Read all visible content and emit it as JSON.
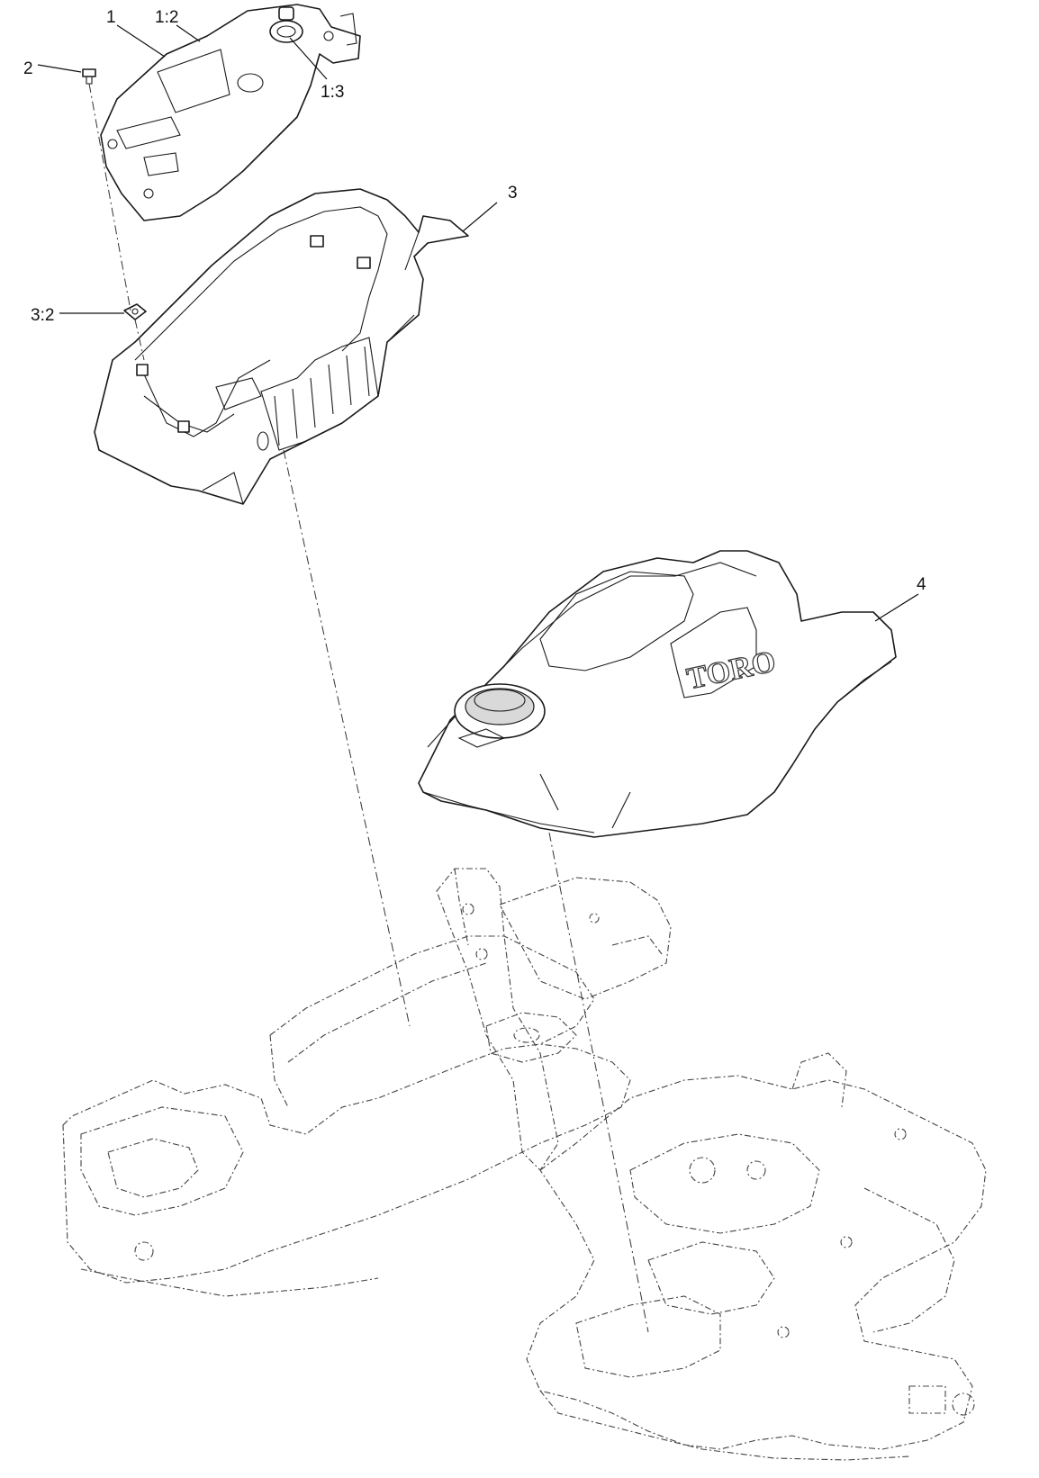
{
  "callouts": {
    "c1": "1",
    "c1_2": "1:2",
    "c1_3": "1:3",
    "c2": "2",
    "c3": "3",
    "c3_2": "3:2",
    "c4": "4"
  },
  "logo": "TORO"
}
